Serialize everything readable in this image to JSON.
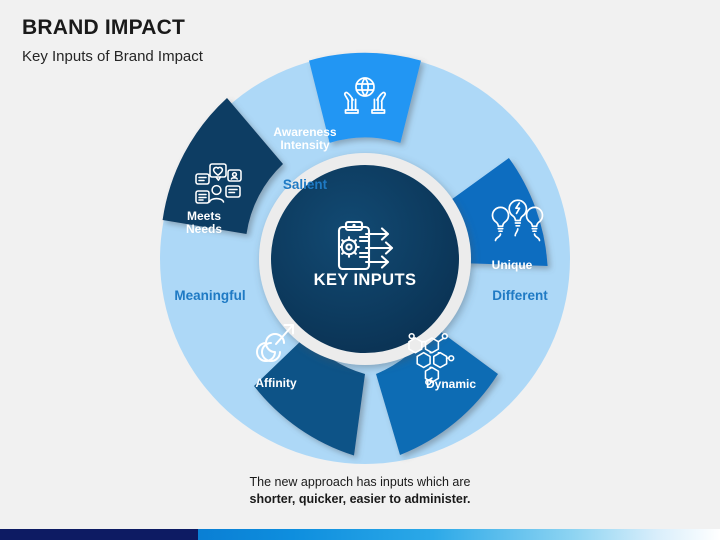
{
  "header": {
    "title": "BRAND IMPACT",
    "subtitle": "Key Inputs of Brand Impact"
  },
  "center": {
    "label": "KEY INPUTS",
    "icon": "clipboard-gear-arrows-icon"
  },
  "wheel": {
    "segments": [
      {
        "id": "salient",
        "label": "Awareness\nIntensity",
        "outer_label": "Salient",
        "icon": "hands-globe-icon",
        "color": "#2196f3"
      },
      {
        "id": "different",
        "label": "Unique",
        "outer_label": "Different",
        "icon": "three-lightbulbs-icon",
        "color": "#0c6dc0"
      },
      {
        "id": "dynamic",
        "label": "Dynamic",
        "outer_label": "",
        "icon": "molecule-network-icon",
        "color": "#0e6cb4"
      },
      {
        "id": "affinity",
        "label": "Affinity",
        "outer_label": "",
        "icon": "infinity-arrow-icon",
        "color": "#0d5287"
      },
      {
        "id": "meaningful",
        "label": "Meets\nNeeds",
        "outer_label": "Meaningful",
        "icon": "feedback-cards-icon",
        "color": "#0b3c63"
      }
    ]
  },
  "caption": {
    "line1": "The new approach has inputs which are",
    "line2": "shorter, quicker, easier to administer."
  },
  "colors": {
    "background": "#f1f1f1",
    "ring": "#add8f7",
    "center_hub": "#0d3b5f",
    "center_ring": "#ececec",
    "outer_label_text": "#1f7ac4",
    "footer_solid": "#0d1b63",
    "footer_gradient_start": "#0a7fd4",
    "footer_gradient_end": "#ffffff"
  }
}
